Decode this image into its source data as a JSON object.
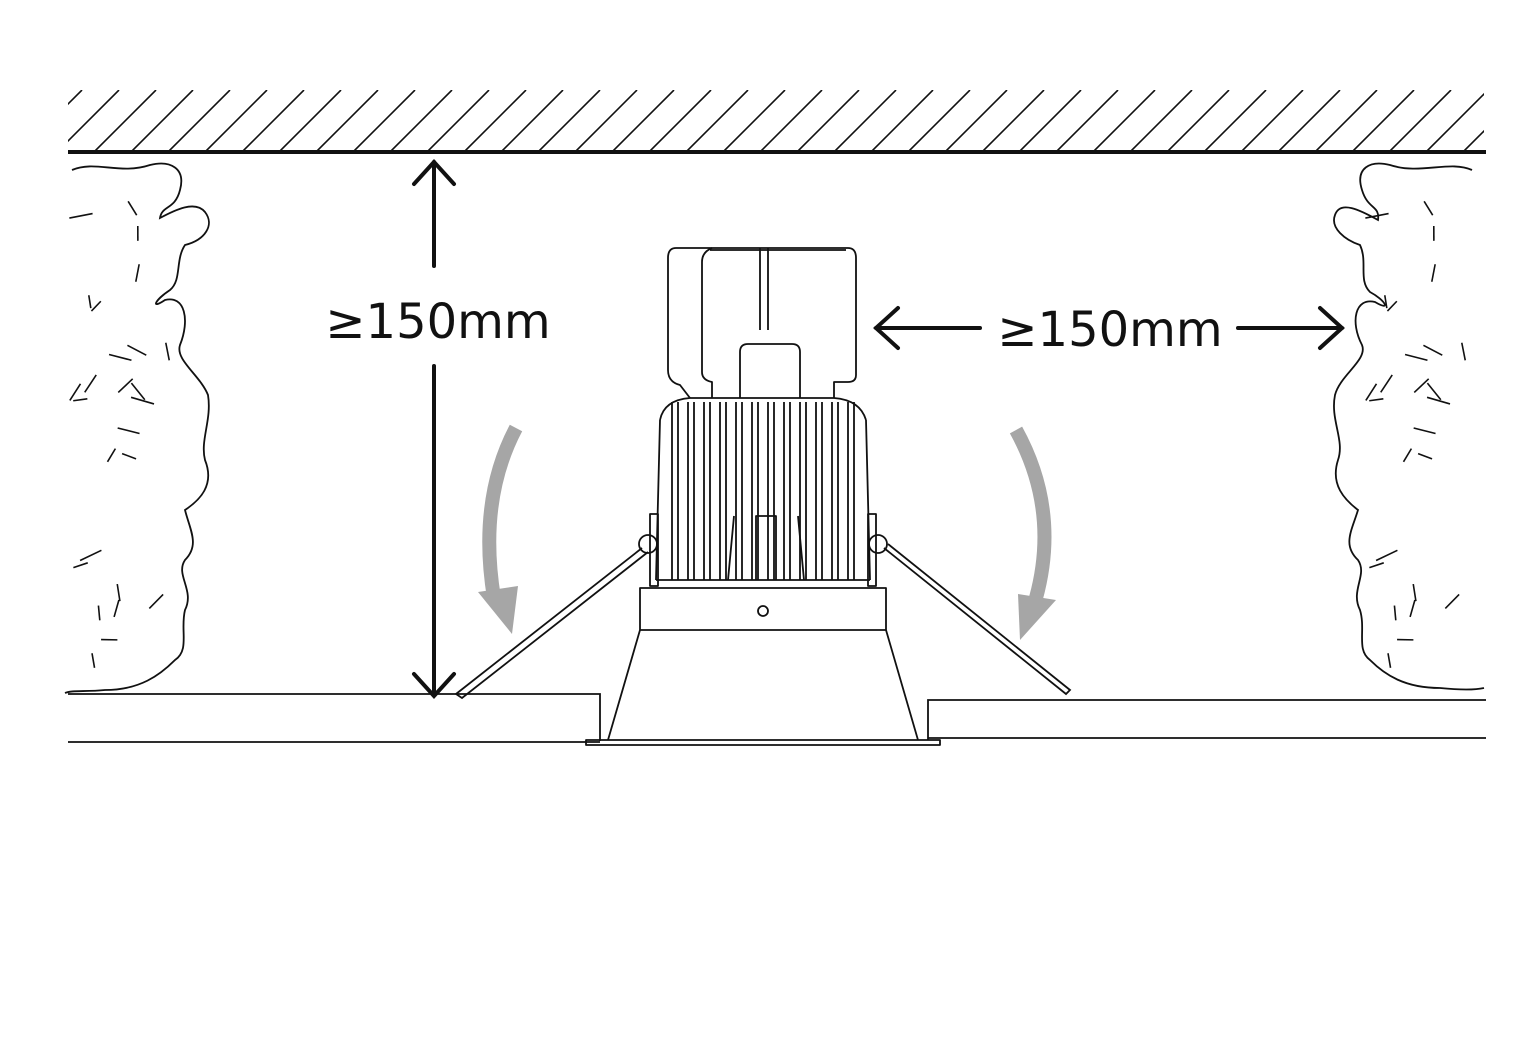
{
  "diagram": {
    "vertical_clearance_label": "≥150mm",
    "horizontal_clearance_label": "≥150mm",
    "colors": {
      "line": "#111111",
      "arrow_gray": "#a6a6a6",
      "background": "#ffffff"
    },
    "parts": [
      "ceiling-slab",
      "insulation-left",
      "insulation-right",
      "downlight-fixture",
      "spring-clips",
      "ceiling-board"
    ]
  }
}
